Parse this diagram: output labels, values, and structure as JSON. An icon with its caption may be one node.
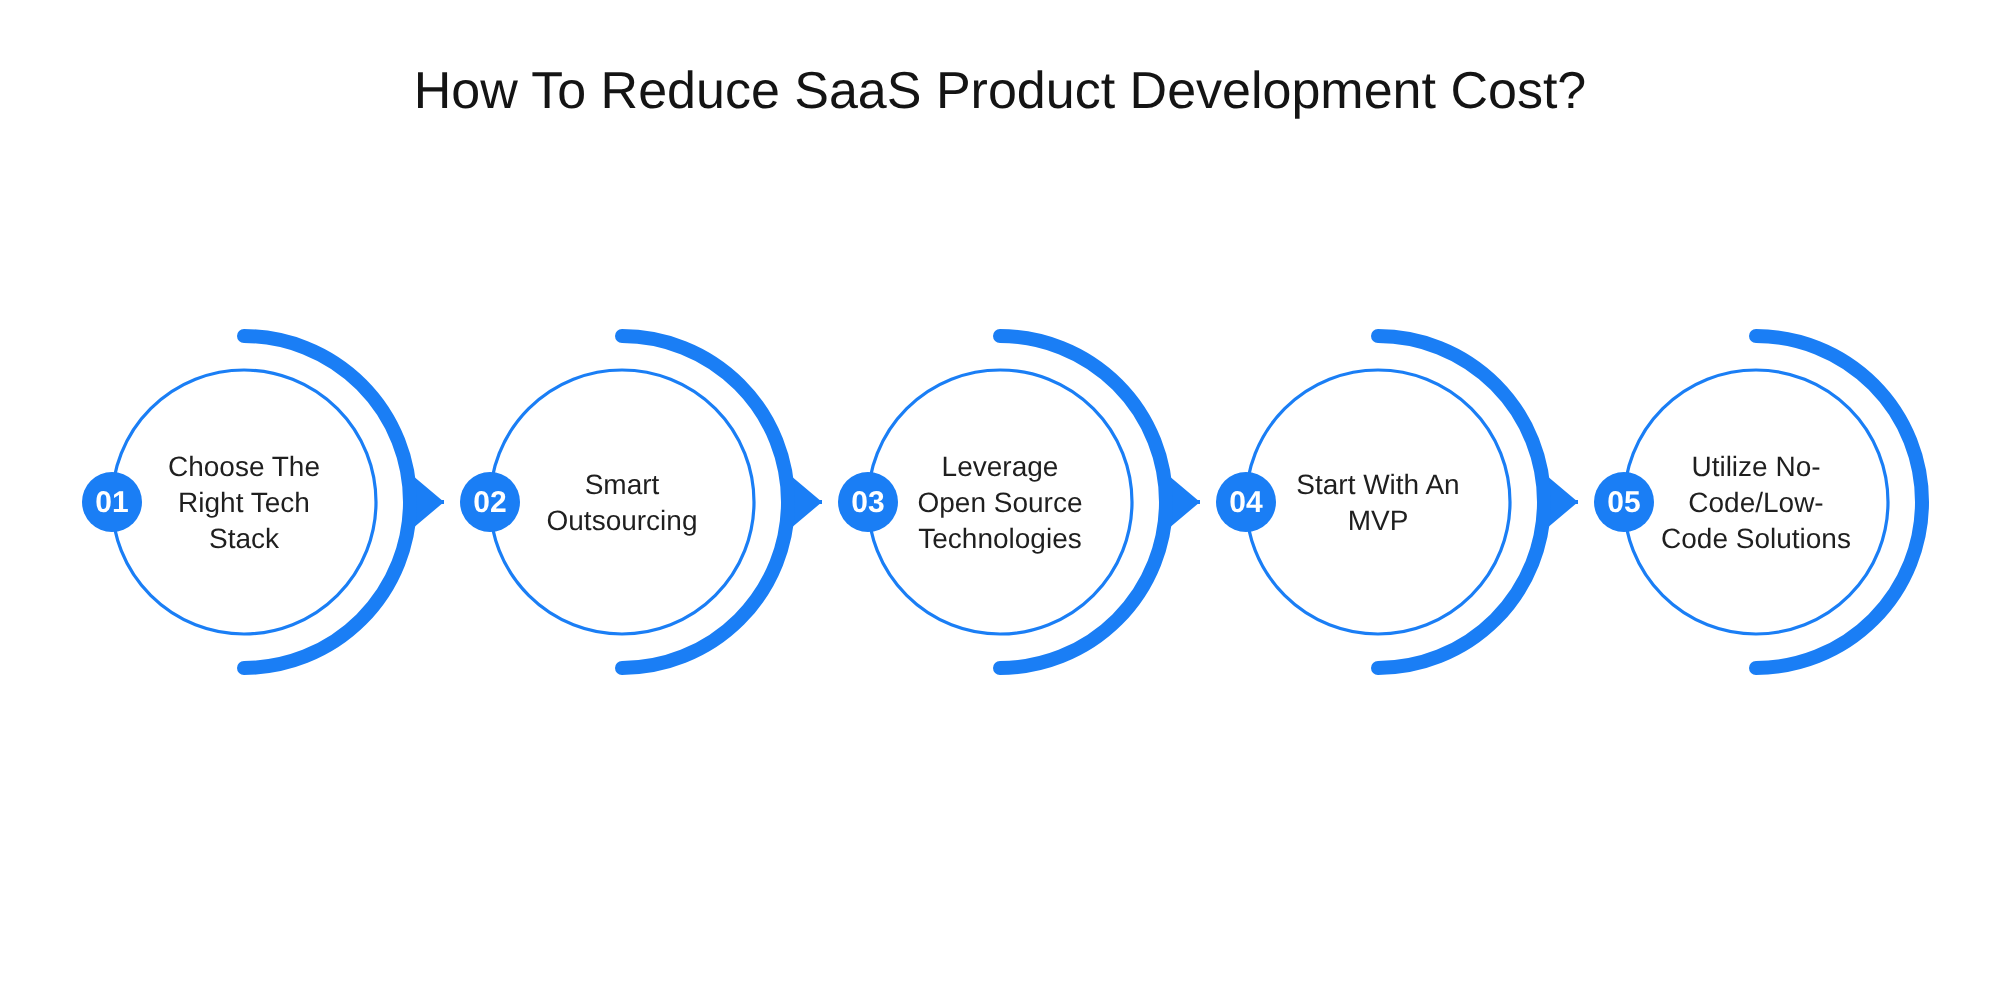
{
  "diagram": {
    "title": "How To Reduce SaaS Product Development Cost?",
    "nodes": [
      {
        "text": [
          "01",
          "Choose The Right Tech Stack"
        ]
      },
      {
        "text": [
          "02",
          "Smart Outsourcing"
        ]
      },
      {
        "text": [
          "03",
          "Leverage Open Source Technologies"
        ]
      },
      {
        "text": [
          "04",
          "Start With An MVP"
        ]
      },
      {
        "text": [
          "05",
          "Utilize No-Code/Low-Code Solutions"
        ]
      }
    ],
    "edges": [
      {
        "from": 0,
        "to": 1,
        "arrow": "to"
      },
      {
        "from": 1,
        "to": 2,
        "arrow": "to"
      },
      {
        "from": 2,
        "to": 3,
        "arrow": "to"
      },
      {
        "from": 3,
        "to": 4,
        "arrow": "to"
      }
    ]
  }
}
